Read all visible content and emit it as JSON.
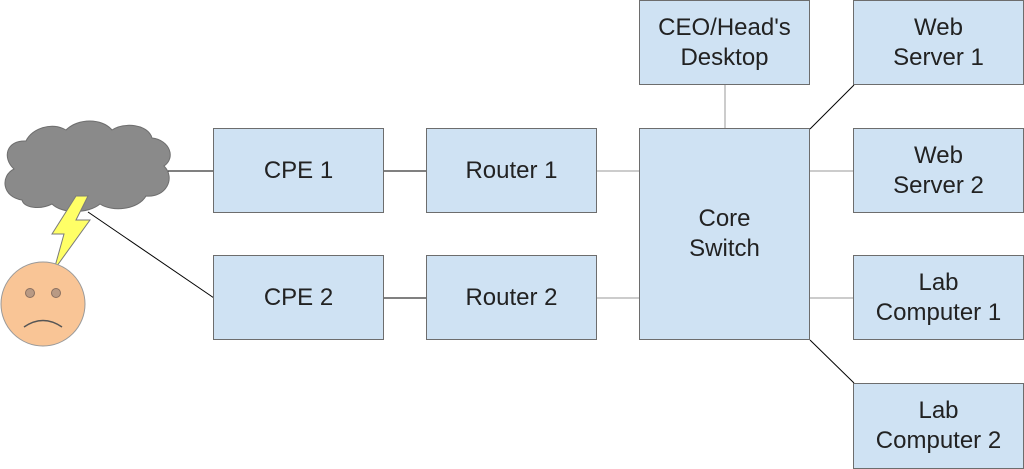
{
  "diagram": {
    "nodes": {
      "cpe1": {
        "lines": [
          "CPE 1"
        ]
      },
      "cpe2": {
        "lines": [
          "CPE 2"
        ]
      },
      "router1": {
        "lines": [
          "Router 1"
        ]
      },
      "router2": {
        "lines": [
          "Router 2"
        ]
      },
      "core_switch": {
        "lines": [
          "Core",
          "Switch"
        ]
      },
      "ceo_desktop": {
        "lines": [
          "CEO/Head's",
          "Desktop"
        ]
      },
      "web_server_1": {
        "lines": [
          "Web",
          "Server 1"
        ]
      },
      "web_server_2": {
        "lines": [
          "Web",
          "Server 2"
        ]
      },
      "lab_computer_1": {
        "lines": [
          "Lab",
          "Computer 1"
        ]
      },
      "lab_computer_2": {
        "lines": [
          "Lab",
          "Computer 2"
        ]
      }
    },
    "icons": {
      "internet": "cloud-icon",
      "outage": "lightning-bolt-icon",
      "user": "sad-face-icon"
    },
    "colors": {
      "node_fill": "#cfe2f3",
      "node_border": "#6d6d6d",
      "cloud": "#8a8a8a",
      "lightning": "#ffff66",
      "face": "#f9c596"
    }
  }
}
